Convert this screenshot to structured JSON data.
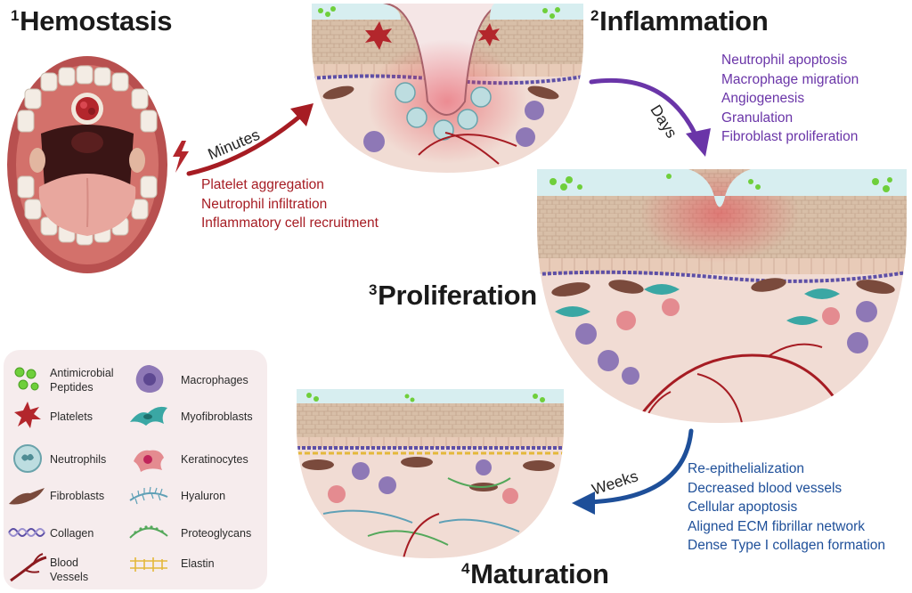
{
  "stages": {
    "hemostasis": {
      "number": "1",
      "title": "Hemostasis"
    },
    "inflammation": {
      "number": "2",
      "title": "Inflammation"
    },
    "proliferation": {
      "number": "3",
      "title": "Proliferation"
    },
    "maturation": {
      "number": "4",
      "title": "Maturation"
    }
  },
  "arrows": {
    "minutes": "Minutes",
    "days": "Days",
    "weeks": "Weeks"
  },
  "descriptions": {
    "hemostasis": [
      "Platelet aggregation",
      "Neutrophil infiltration",
      "Inflammatory cell recruitment"
    ],
    "inflammation": [
      "Neutrophil apoptosis",
      "Macrophage migration",
      "Angiogenesis",
      "Granulation",
      "Fibroblast proliferation"
    ],
    "maturation": [
      "Re-epithelialization",
      "Decreased blood vessels",
      "Cellular apoptosis",
      "Aligned ECM fibrillar network",
      "Dense Type I collagen formation"
    ]
  },
  "legend": {
    "left": [
      {
        "label": "Antimicrobial\nPeptides",
        "icon": "antimicrobial-peptides-icon"
      },
      {
        "label": "Platelets",
        "icon": "platelet-icon"
      },
      {
        "label": "Neutrophils",
        "icon": "neutrophil-icon"
      },
      {
        "label": "Fibroblasts",
        "icon": "fibroblast-icon"
      },
      {
        "label": "Collagen",
        "icon": "collagen-icon"
      },
      {
        "label": "Blood\nVessels",
        "icon": "blood-vessel-icon"
      }
    ],
    "right": [
      {
        "label": "Macrophages",
        "icon": "macrophage-icon"
      },
      {
        "label": "Myofibroblasts",
        "icon": "myofibroblast-icon"
      },
      {
        "label": "Keratinocytes",
        "icon": "keratinocyte-icon"
      },
      {
        "label": "Hyaluron",
        "icon": "hyaluron-icon"
      },
      {
        "label": "Proteoglycans",
        "icon": "proteoglycan-icon"
      },
      {
        "label": "Elastin",
        "icon": "elastin-icon"
      }
    ]
  },
  "colors": {
    "hemostasis_text": "#a61c23",
    "inflammation_text": "#6a35a8",
    "maturation_text": "#1e4f99",
    "legend_bg": "#f6eced"
  }
}
